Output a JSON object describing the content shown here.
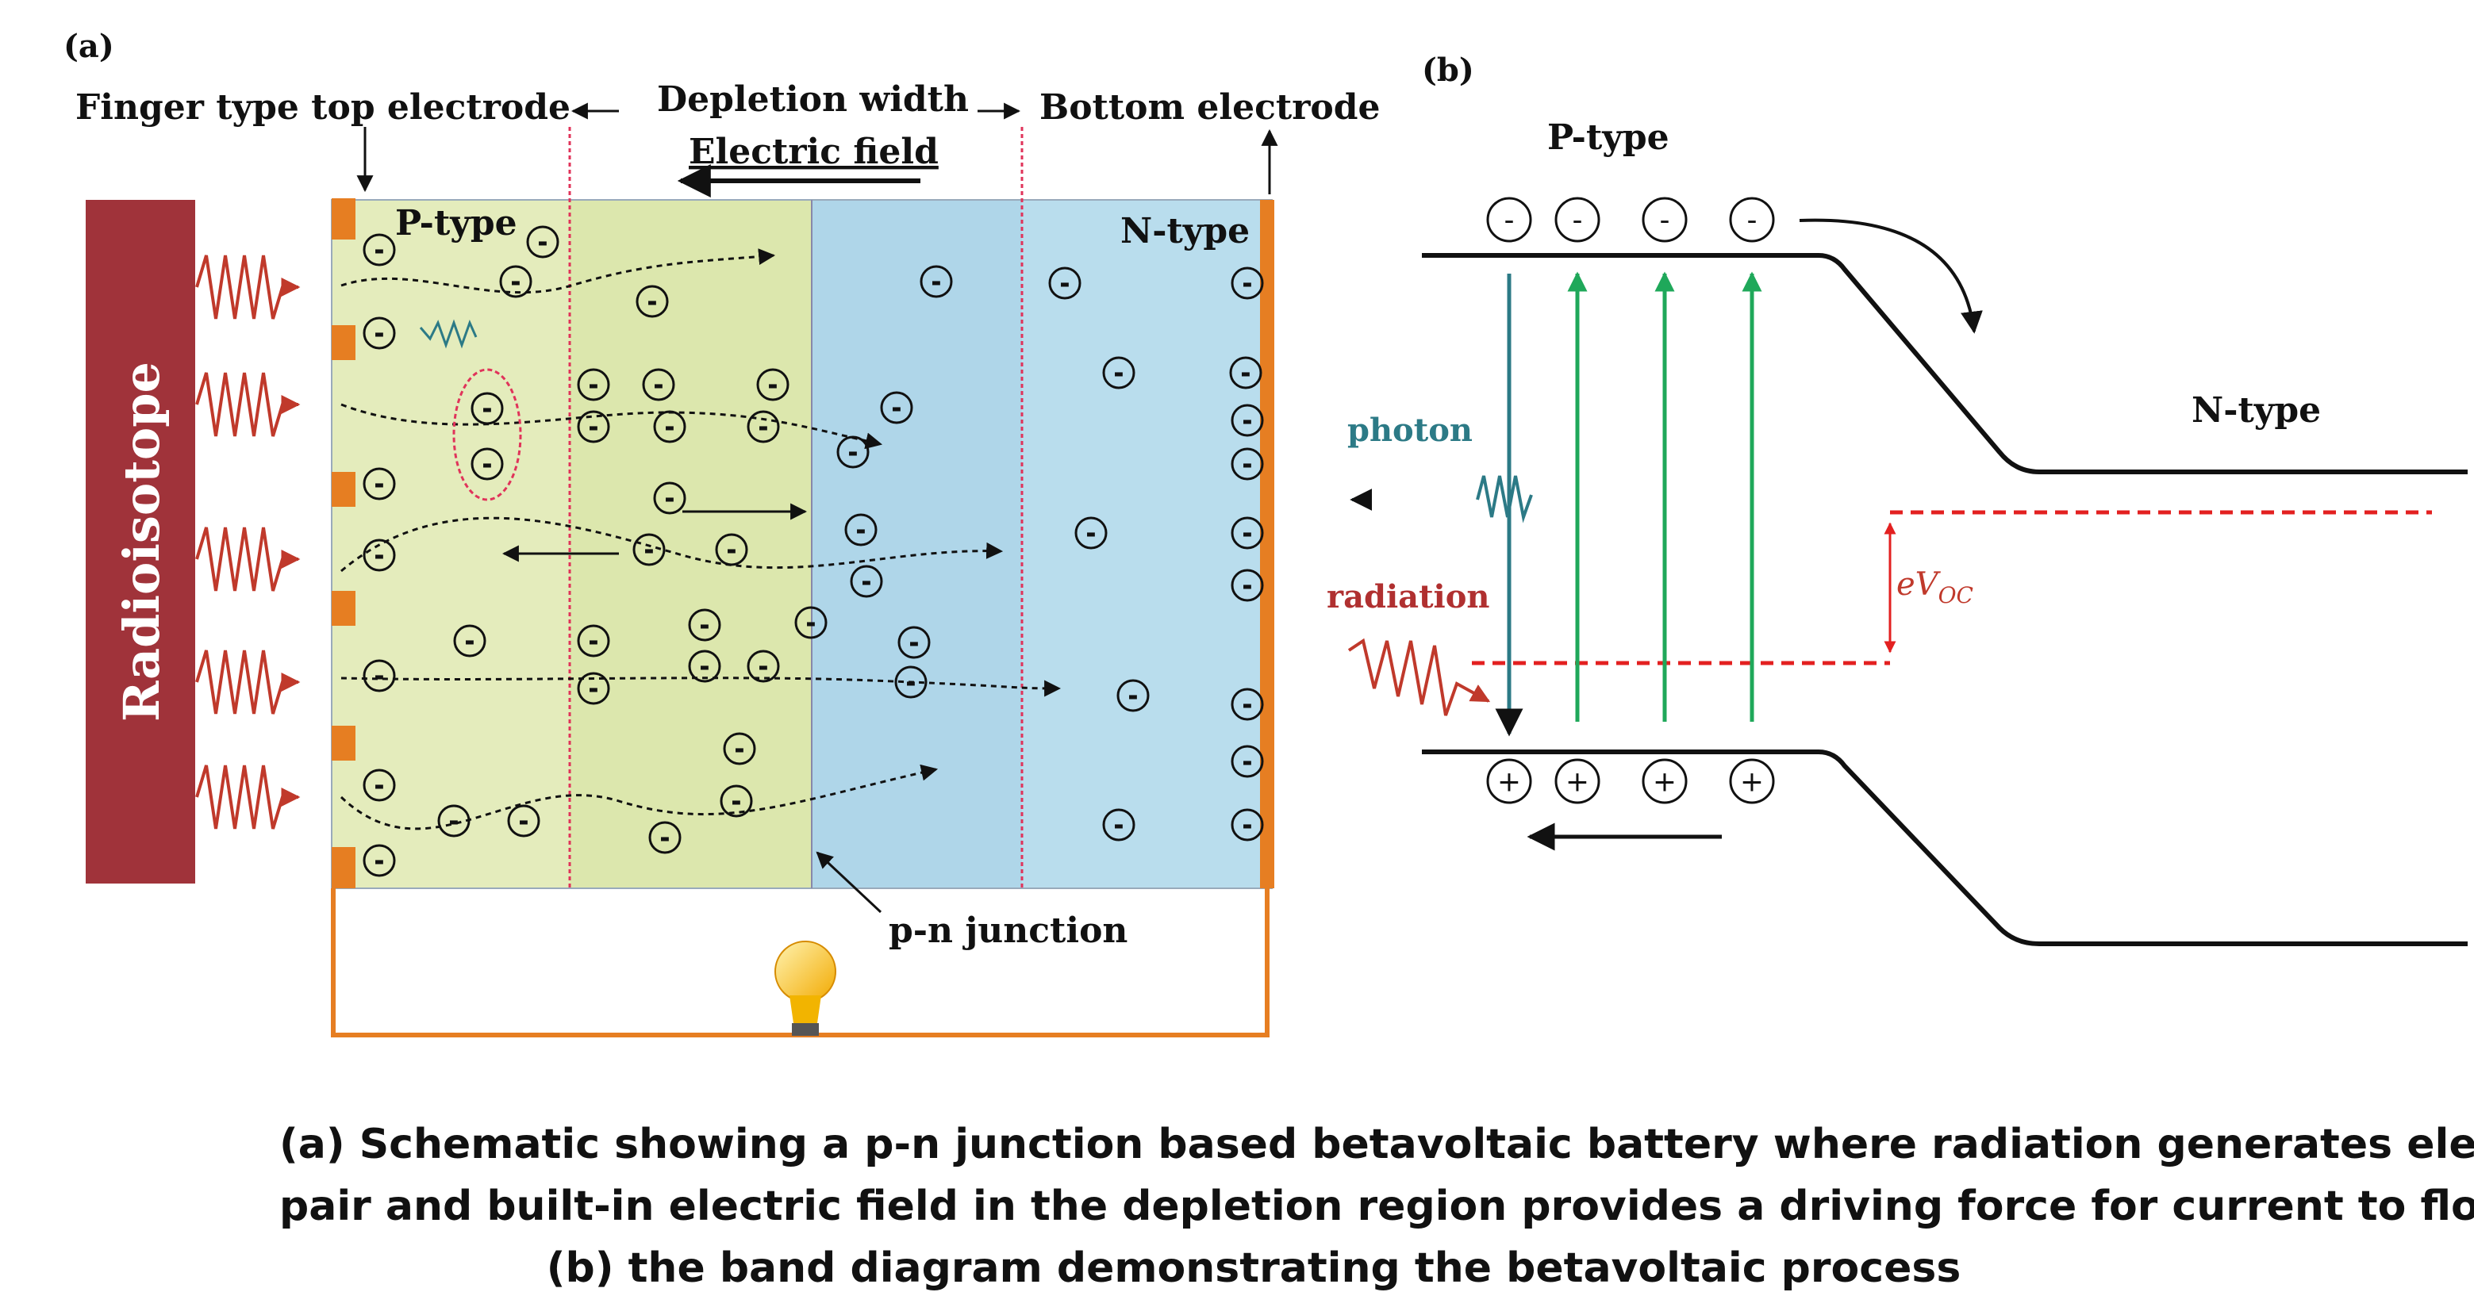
{
  "figure": {
    "panel_a": {
      "label": "(a)",
      "source_label": "Radioisotope",
      "top_electrode_label": "Finger type top electrode",
      "depletion_label": "Depletion width",
      "field_label": "Electric field",
      "bottom_electrode_label": "Bottom electrode",
      "p_label": "P-type",
      "n_label": "N-type",
      "junction_label": "p-n junction",
      "electron_symbol": "-",
      "hole_symbol": "+"
    },
    "panel_b": {
      "label": "(b)",
      "p_label": "P-type",
      "n_label": "N-type",
      "photon_label": "photon",
      "radiation_label": "radiation",
      "voc_label": "eV",
      "voc_sub": "OC"
    },
    "caption": {
      "line1": "(a) Schematic showing a p-n junction based betavoltaic battery where radiation generates electron-hole",
      "line2": "pair and built-in electric field in the depletion region provides a driving force for current to flow",
      "line3": "(b) the band diagram demonstrating the betavoltaic process"
    },
    "colors": {
      "radioisotope": "#a0333a",
      "p_region": "#e4ecbc",
      "n_region": "#b9dded",
      "electrode": "#e67e22",
      "wave": "#c0392b",
      "green_arrow": "#1fa85a",
      "teal": "#2c7a86",
      "depletion_line": "#e0335a"
    }
  }
}
